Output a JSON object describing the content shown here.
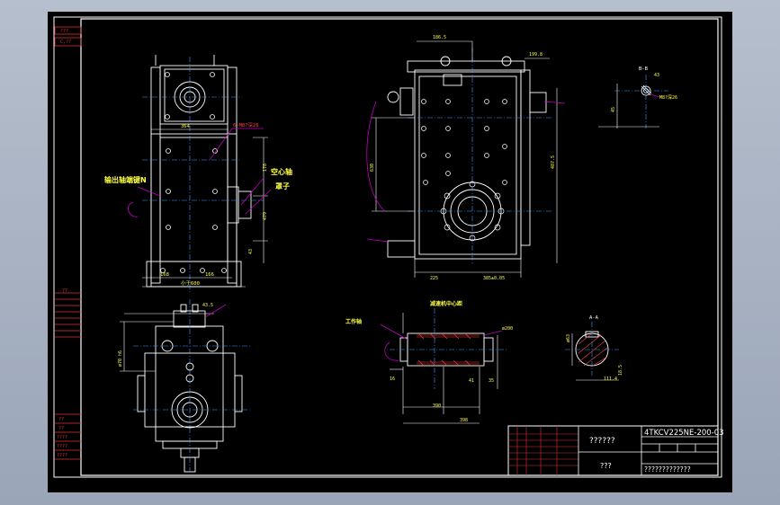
{
  "title_block": {
    "drawing_number": "4TKCV225NE-200-03",
    "drawing_name": "??????",
    "material": "???",
    "company": "?????????????"
  },
  "left_strip": {
    "top_labels": [
      "???",
      "C,??"
    ],
    "mid_label": "??",
    "bottom_labels": [
      "??",
      "??",
      "????",
      "????",
      "????"
    ]
  },
  "annotations": {
    "top_view_flange": "6-M8?深26",
    "top_view_dim_width": "364",
    "top_view_left_note": "输出轴端键N",
    "top_view_right_note1": "空心轴",
    "top_view_right_note2": "罩子",
    "top_view_bottom_left": "168",
    "top_view_bottom_mid": "166",
    "top_view_bottom_total": "小于600",
    "top_view_dim_v1": "178",
    "top_view_dim_v2": "479",
    "top_view_dim_v3": "43",
    "side_view_dim_top": "43.5",
    "side_view_dim_left": "ø70 h6",
    "elev_dim_top": "186.5",
    "elev_dim_top2": "199.8",
    "elev_dim_left": "630",
    "elev_dim_right": "487.5",
    "elev_dim_bottom_left": "225",
    "elev_dim_bottom_right": "385±0.05",
    "section_label_B": "B-B",
    "section_dim_B1": "43",
    "section_dim_B2": "M8?深26",
    "section_dim_B3": "45",
    "shaft_title": "减速机中心距",
    "shaft_note": "工作轴",
    "shaft_dim_1": "390",
    "shaft_dim_2": "398",
    "shaft_dim_3": "16",
    "shaft_dim_4": "41",
    "shaft_dim_5": "35",
    "shaft_dim_6": "ø200",
    "section_label_A": "A-A",
    "section_dim_A1": "ø63",
    "section_dim_A2": "111.4",
    "section_dim_A3": "18.5"
  }
}
